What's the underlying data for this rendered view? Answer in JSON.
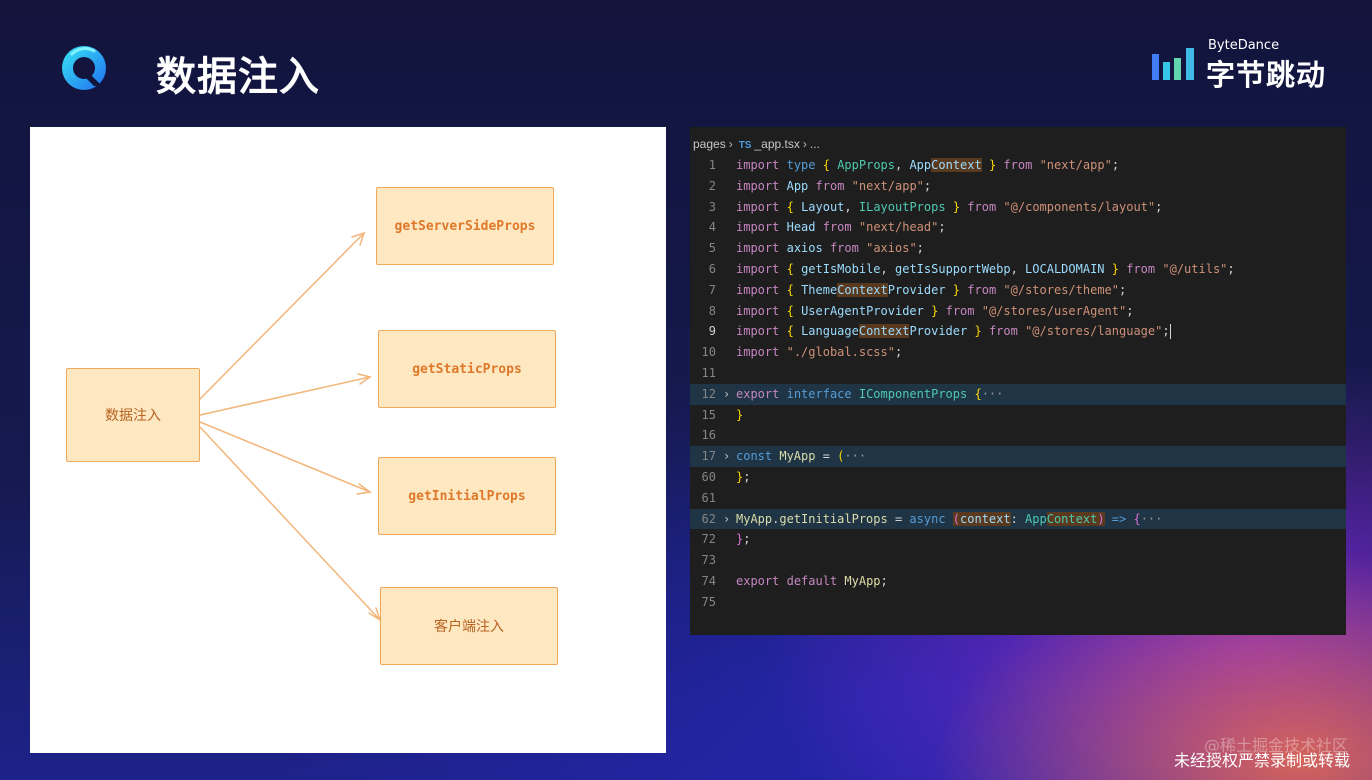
{
  "slide": {
    "title": "数据注入",
    "brand_en": "ByteDance",
    "brand_cn": "字节跳动",
    "watermark_text": "未经授权严禁录制或转载",
    "community_text": "@稀土掘金技术社区"
  },
  "diagram": {
    "source": "数据注入",
    "targets": [
      "getServerSideProps",
      "getStaticProps",
      "getInitialProps",
      "客户端注入"
    ]
  },
  "editor": {
    "breadcrumb": {
      "folder": "pages",
      "lang_badge": "TS",
      "file": "_app.tsx",
      "tail": "..."
    },
    "gutter": [
      "1",
      "2",
      "3",
      "4",
      "5",
      "6",
      "7",
      "8",
      "9",
      "10",
      "11",
      "12",
      "15",
      "16",
      "17",
      "60",
      "61",
      "62",
      "72",
      "73",
      "74",
      "75"
    ],
    "lines": [
      "import type { AppProps, AppContext } from \"next/app\";",
      "import App from \"next/app\";",
      "import { Layout, ILayoutProps } from \"@/components/layout\";",
      "import Head from \"next/head\";",
      "import axios from \"axios\";",
      "import { getIsMobile, getIsSupportWebp, LOCALDOMAIN } from \"@/utils\";",
      "import { ThemeContextProvider } from \"@/stores/theme\";",
      "import { UserAgentProvider } from \"@/stores/userAgent\";",
      "import { LanguageContextProvider } from \"@/stores/language\";",
      "import \"./global.scss\";",
      "",
      "export interface IComponentProps {···",
      "}",
      "",
      "const MyApp = (···",
      "};",
      "",
      "MyApp.getInitialProps = async (context: AppContext) => {···",
      "};",
      "",
      "export default MyApp;",
      ""
    ]
  },
  "colors": {
    "keyword": "#569cd6",
    "control_keyword": "#c586c0",
    "type": "#4ec9b0",
    "string": "#ce9178",
    "variable": "#9cdcfe",
    "diagram_stroke": "#f0a95a",
    "diagram_fill": "#fde8c2"
  }
}
